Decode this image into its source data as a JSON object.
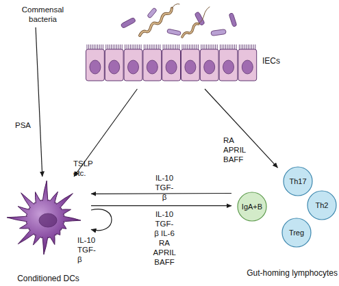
{
  "diagram": {
    "nodes": [
      {
        "text": [
          "Commensal bacteria"
        ]
      },
      {
        "text": [
          "IECs"
        ]
      },
      {
        "text": [
          "Conditioned DCs"
        ]
      },
      {
        "text": [
          "Gut-homing lymphocytes"
        ]
      },
      {
        "text": [
          "Th17"
        ],
        "in": 3
      },
      {
        "text": [
          "IgA+B"
        ],
        "in": 3
      },
      {
        "text": [
          "Th2"
        ],
        "in": 3
      },
      {
        "text": [
          "Treg"
        ],
        "in": 3
      }
    ],
    "edges": [
      {
        "from": 0,
        "to": 2,
        "label": "PSA",
        "arrow": "to"
      },
      {
        "from": 1,
        "to": 2,
        "label": "TSLP etc.",
        "arrow": "to"
      },
      {
        "from": 1,
        "to": 3,
        "label": "RA APRIL BAFF",
        "arrow": "to"
      },
      {
        "from": 3,
        "to": 2,
        "label": "IL-10 TGF-β",
        "arrow": "to"
      },
      {
        "from": 2,
        "to": 3,
        "label": "IL-10 TGF-β IL-6 RA APRIL BAFF",
        "arrow": "to"
      },
      {
        "from": 2,
        "to": 2,
        "label": "IL-10 TGF-β",
        "arrow": "to"
      }
    ]
  }
}
